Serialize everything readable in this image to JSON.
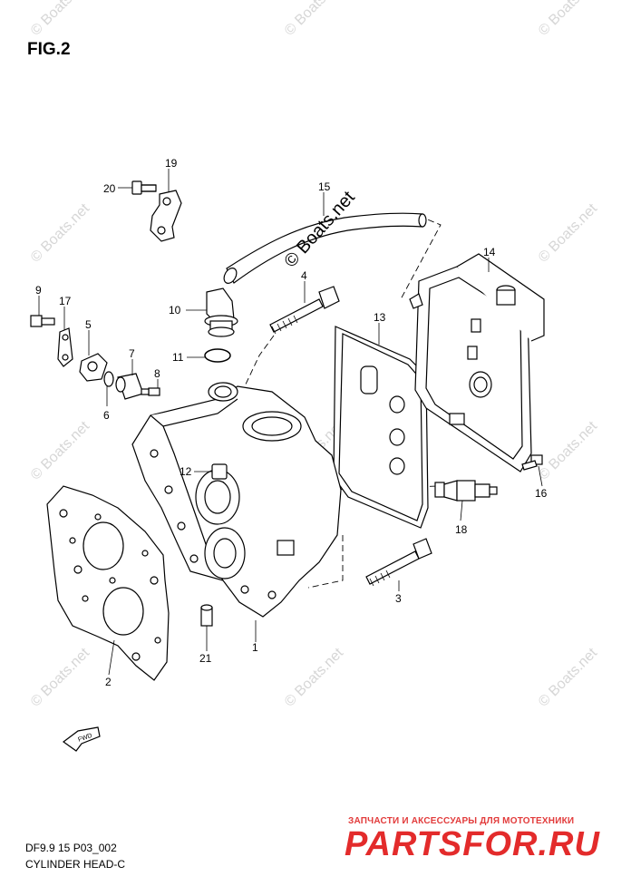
{
  "figure": {
    "title": "FIG.2",
    "code": "DF9.9 15 P03_002",
    "caption": "CYLINDER HEAD-C"
  },
  "watermark": {
    "text": "© Boats.net",
    "color": "#d6d6d6"
  },
  "direction_label": "FWD",
  "brand": {
    "subtitle": "ЗАПЧАСТИ И АКСЕССУАРЫ ДЛЯ МОТОТЕХНИКИ",
    "name": "PARTSFOR.RU",
    "color": "#e32b2b"
  },
  "callouts": {
    "c1": "1",
    "c2": "2",
    "c3": "3",
    "c4": "4",
    "c5": "5",
    "c6": "6",
    "c7": "7",
    "c8": "8",
    "c9": "9",
    "c10": "10",
    "c11": "11",
    "c12": "12",
    "c13": "13",
    "c14": "14",
    "c15": "15",
    "c16": "16",
    "c17": "17",
    "c18": "18",
    "c19": "19",
    "c20": "20",
    "c21": "21"
  }
}
